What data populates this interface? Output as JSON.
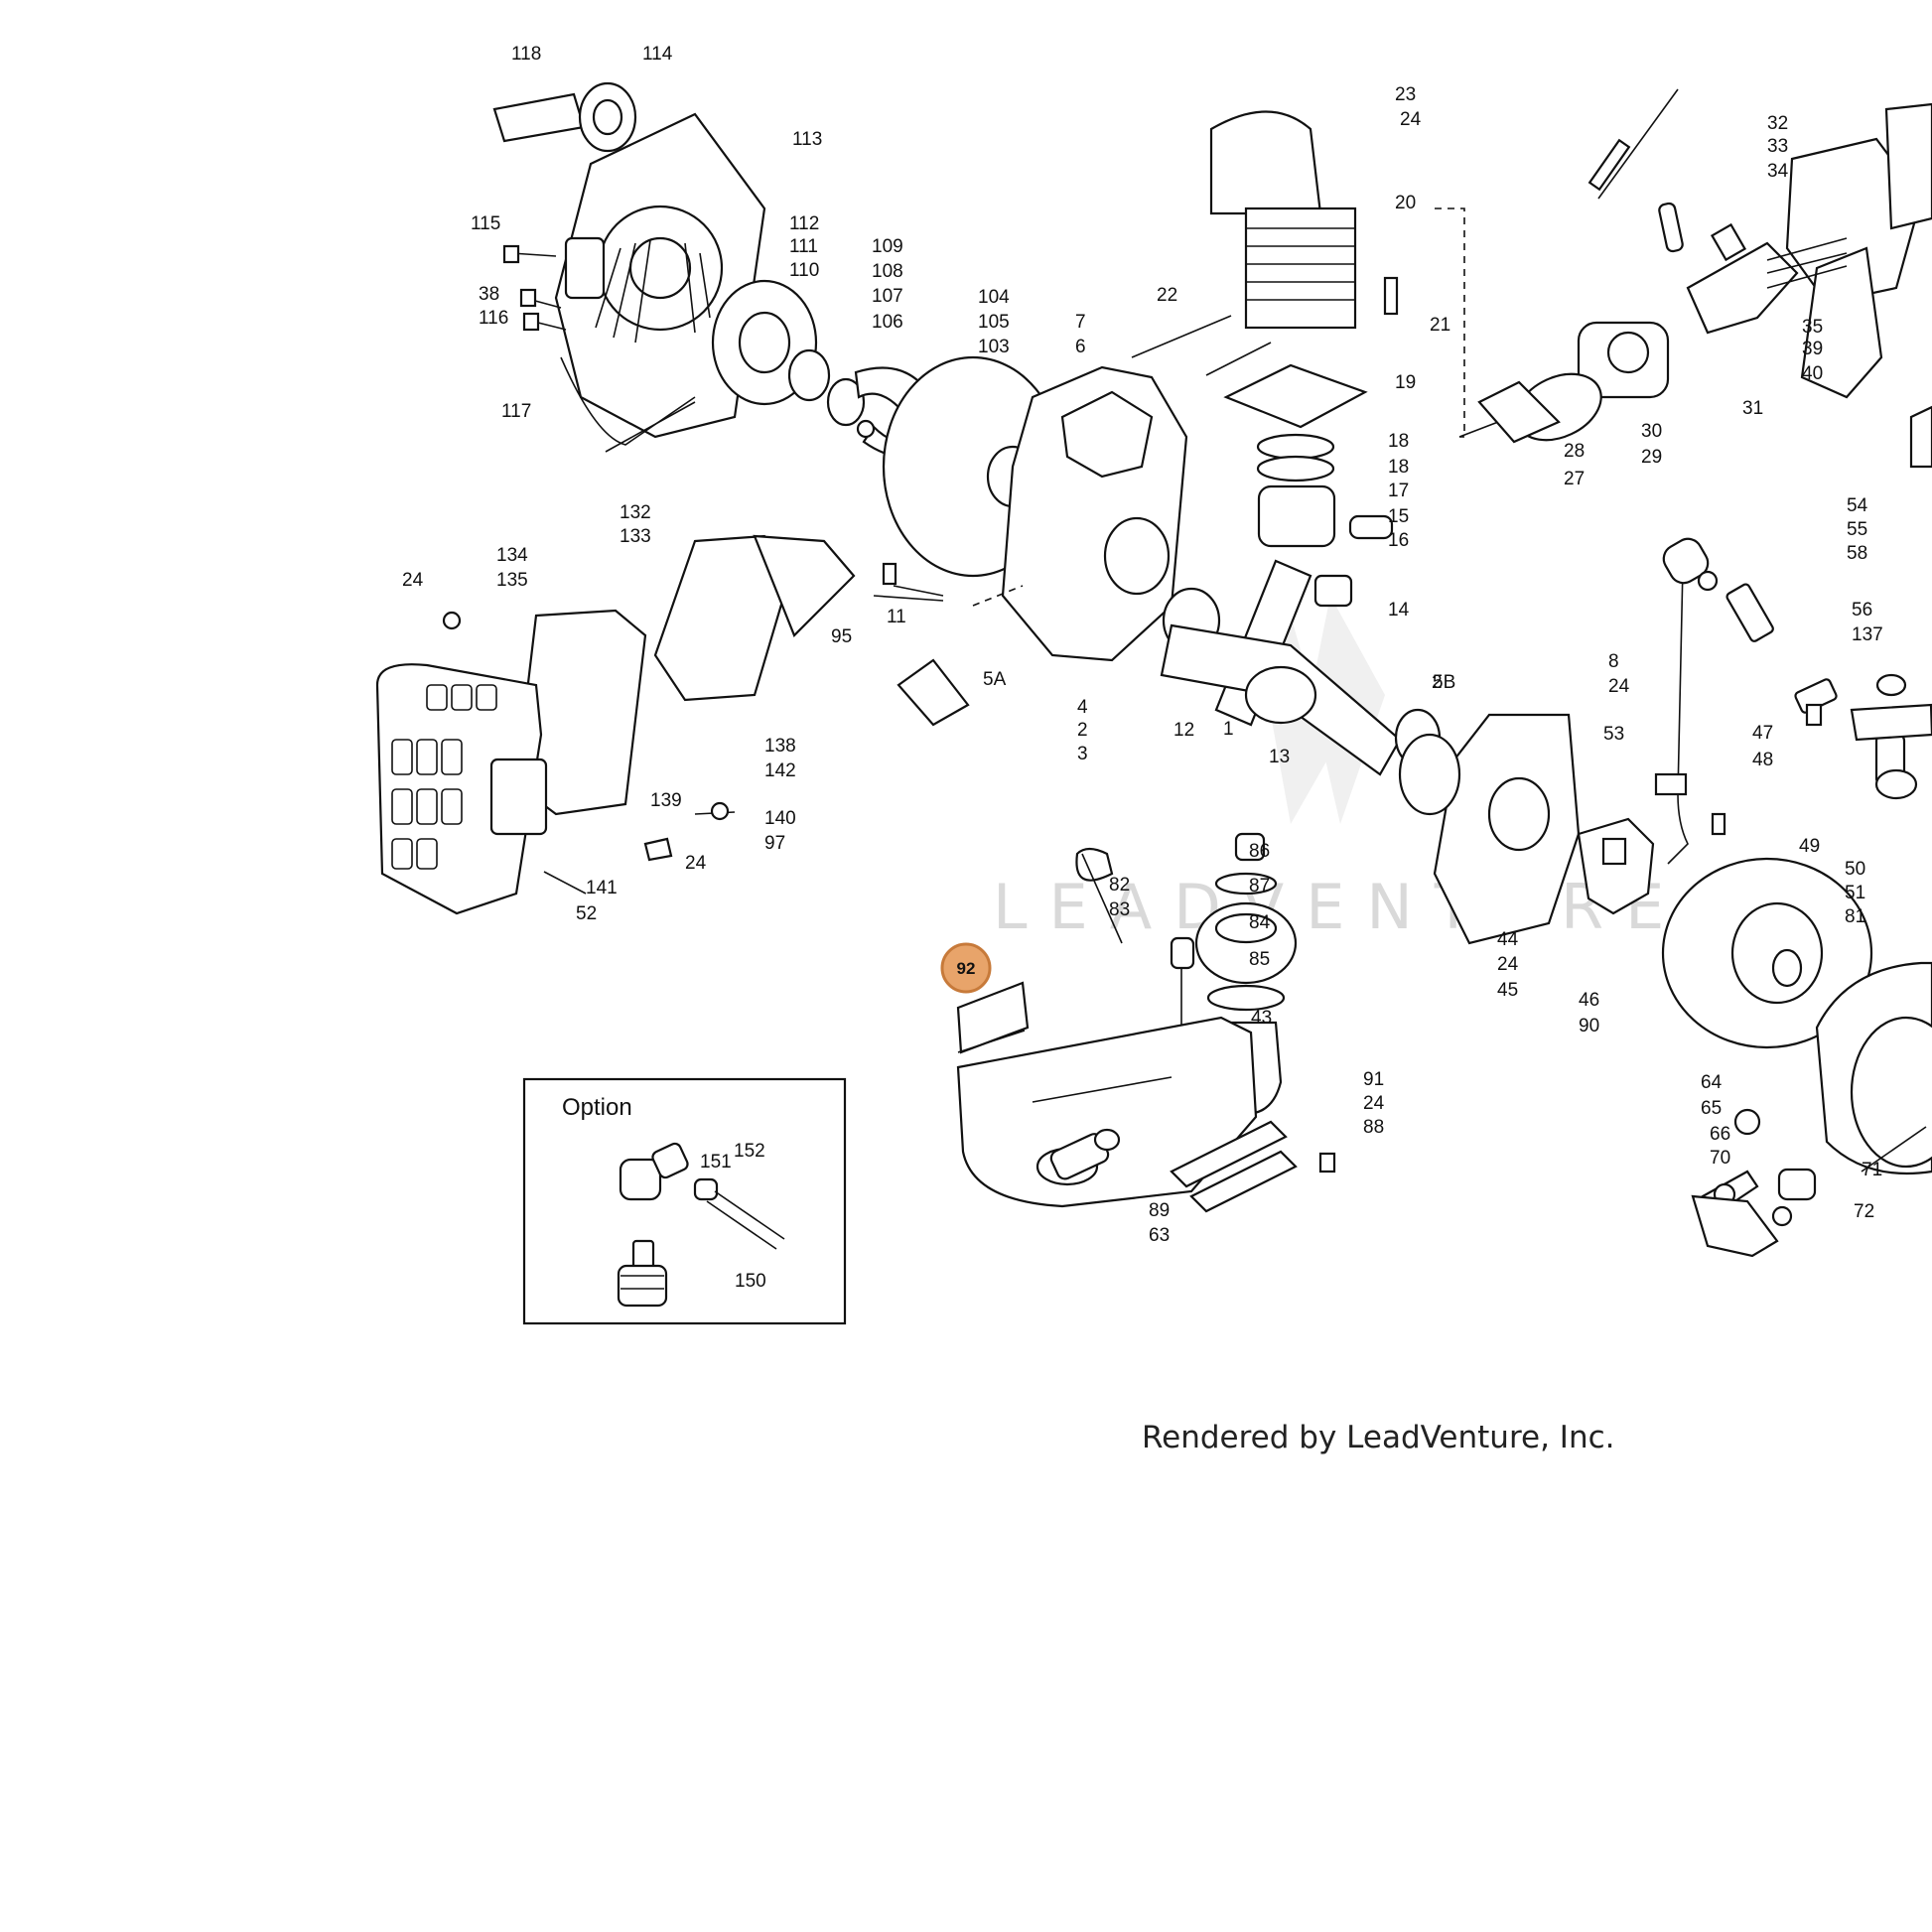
{
  "watermark": "LEADVENTURE",
  "footer": "Rendered by LeadVenture, Inc.",
  "option_box": {
    "title": "Option",
    "callouts": [
      "151",
      "152",
      "150"
    ]
  },
  "highlighted_part": "92",
  "callouts": [
    "118",
    "114",
    "113",
    "115",
    "112",
    "111",
    "110",
    "109",
    "108",
    "107",
    "106",
    "104",
    "105",
    "103",
    "38",
    "116",
    "117",
    "7",
    "6",
    "23",
    "24",
    "20",
    "22",
    "21",
    "19",
    "18",
    "18",
    "17",
    "15",
    "16",
    "14",
    "32",
    "33",
    "34",
    "35",
    "39",
    "40",
    "31",
    "30",
    "29",
    "28",
    "27",
    "132",
    "133",
    "24",
    "134",
    "135",
    "95",
    "11",
    "5A",
    "4",
    "2",
    "3",
    "12",
    "1",
    "13",
    "2",
    "5B",
    "8",
    "24",
    "53",
    "54",
    "55",
    "58",
    "56",
    "137",
    "138",
    "142",
    "139",
    "140",
    "97",
    "24",
    "141",
    "52",
    "47",
    "48",
    "49",
    "50",
    "51",
    "81",
    "86",
    "82",
    "87",
    "83",
    "84",
    "85",
    "43",
    "44",
    "24",
    "45",
    "46",
    "90",
    "91",
    "24",
    "88",
    "89",
    "63",
    "64",
    "65",
    "66",
    "70",
    "71",
    "72"
  ]
}
